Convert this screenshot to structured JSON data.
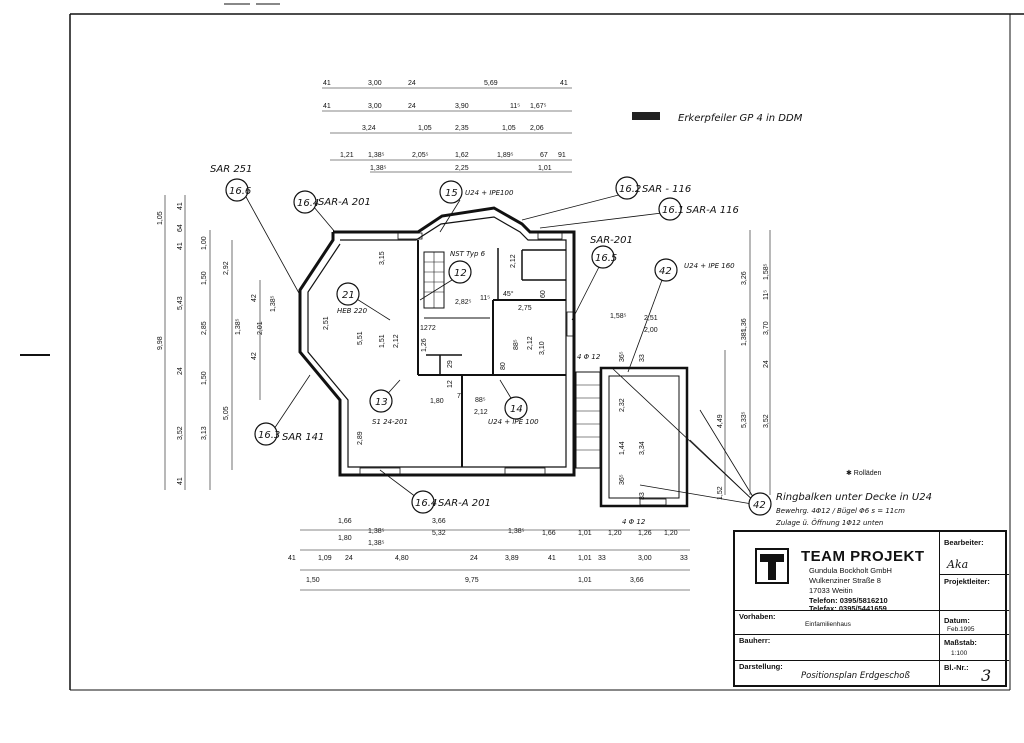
{
  "plan": {
    "top_dims_row1": [
      "41",
      "3,00",
      "24",
      "5,69",
      "41"
    ],
    "top_dims_row2": [
      "41",
      "3,00",
      "24",
      "3,90",
      "11⁵",
      "1,67⁵"
    ],
    "top_dims_row3": [
      "3,24",
      "1,05",
      "2,35",
      "1,05",
      "2,06"
    ],
    "top_dims_row4": [
      "1,21",
      "1,38⁵",
      "2,05⁵",
      "1,62",
      "1,89⁵",
      "67",
      "91"
    ],
    "top_dims_row5": [
      "1,38⁵",
      "2,25",
      "1,01"
    ],
    "left_dims_outer": [
      "1,05",
      "5,43",
      "3,52",
      "9,98",
      "41",
      "41",
      "64",
      "24",
      "41"
    ],
    "left_dims_mid": [
      "1,00",
      "1,50",
      "2,85",
      "1,50",
      "3,13",
      "2,92",
      "5,05"
    ],
    "left_dims_inner": [
      "1,38⁵",
      "2,01",
      "1,38⁵",
      "42",
      "42",
      "2,51",
      "5,51",
      "2,89",
      "3,15",
      "1,51",
      "2,12"
    ],
    "right_dims": [
      "3,26",
      "1,58⁵",
      "1,36",
      "3,70",
      "11⁵",
      "1,38⁵",
      "24",
      "3,52",
      "4,49",
      "5,33⁵",
      "1,52"
    ],
    "bottom_dims_row1": [
      "1,66",
      "1,80",
      "1,38⁵",
      "3,66",
      "5,32",
      "1,38⁵",
      "1,66",
      "1,01",
      "1,20",
      "1,26",
      "1,20",
      "1,38⁵"
    ],
    "bottom_dims_row2": [
      "41",
      "1,09",
      "24",
      "4,80",
      "24",
      "3,89",
      "41",
      "1,01",
      "33",
      "3,00",
      "33"
    ],
    "bottom_dims_row3": [
      "1,50",
      "9,75",
      "1,01",
      "3,66"
    ],
    "room_dims": [
      "2,82⁵",
      "11⁵",
      "45°",
      "2,75",
      "60",
      "2,12",
      "72",
      "12",
      "1,80",
      "7",
      "88⁵",
      "2,12",
      "80",
      "88⁵",
      "3,10",
      "2,12",
      "1,26",
      "29",
      "12",
      "1,58⁵",
      "2,51",
      "2,00",
      "2,32",
      "1,44",
      "3,34",
      "33",
      "36⁵",
      "36⁵",
      "33"
    ],
    "positions": [
      {
        "num": "16.6",
        "label": "SAR 251"
      },
      {
        "num": "16.4",
        "label": "SAR-A 201"
      },
      {
        "num": "15",
        "label": "U24 + IPE100"
      },
      {
        "num": "16.2",
        "label": "SAR - 116"
      },
      {
        "num": "16.1",
        "label": "SAR-A 116"
      },
      {
        "num": "16.5",
        "label": "SAR-201"
      },
      {
        "num": "42",
        "label": "U24 + IPE 160"
      },
      {
        "num": "12",
        "label": "NST Typ 6"
      },
      {
        "num": "21",
        "label": "HEB 220"
      },
      {
        "num": "13",
        "label": "S1 24-201"
      },
      {
        "num": "14",
        "label": "U24 + IPE 100"
      },
      {
        "num": "16.3",
        "label": "SAR 141"
      },
      {
        "num": "16.4",
        "label": "SAR-A 201"
      },
      {
        "num": "42",
        "label": "Ringbalken unter Decke in U24"
      }
    ],
    "reinf_top": "4 Φ 12",
    "reinf_bottom": "4 Φ 12",
    "note_legend": "Erkerpfeiler GP 4 in DDM",
    "note_rollladen": "✱ Rolläden",
    "note_ring2": "Bewehrg. 4Φ12 / Bügel Φ6 s = 11cm",
    "note_ring3": "Zulage ü. Öffnung 1Φ12 unten"
  },
  "title_block": {
    "company": "TEAM PROJEKT",
    "company_sub": "Gundula Bockholt GmbH",
    "street": "Wulkenziner Straße 8",
    "city": "17033 Weitin",
    "tel": "Telefon: 0395/5816210",
    "fax": "Telefax: 0395/5441659",
    "bearbeiter_label": "Bearbeiter:",
    "bearbeiter_value": "Aka",
    "projektleiter_label": "Projektleiter:",
    "vorhaben_label": "Vorhaben:",
    "vorhaben_value": "Einfamilienhaus",
    "bauherr_label": "Bauherr:",
    "darstellung_label": "Darstellung:",
    "darstellung_value": "Positionsplan Erdgeschoß",
    "datum_label": "Datum:",
    "datum_value": "Feb.1995",
    "massstab_label": "Maßstab:",
    "massstab_value": "1:100",
    "blatt_label": "Bl.-Nr.:",
    "blatt_value": "3"
  }
}
